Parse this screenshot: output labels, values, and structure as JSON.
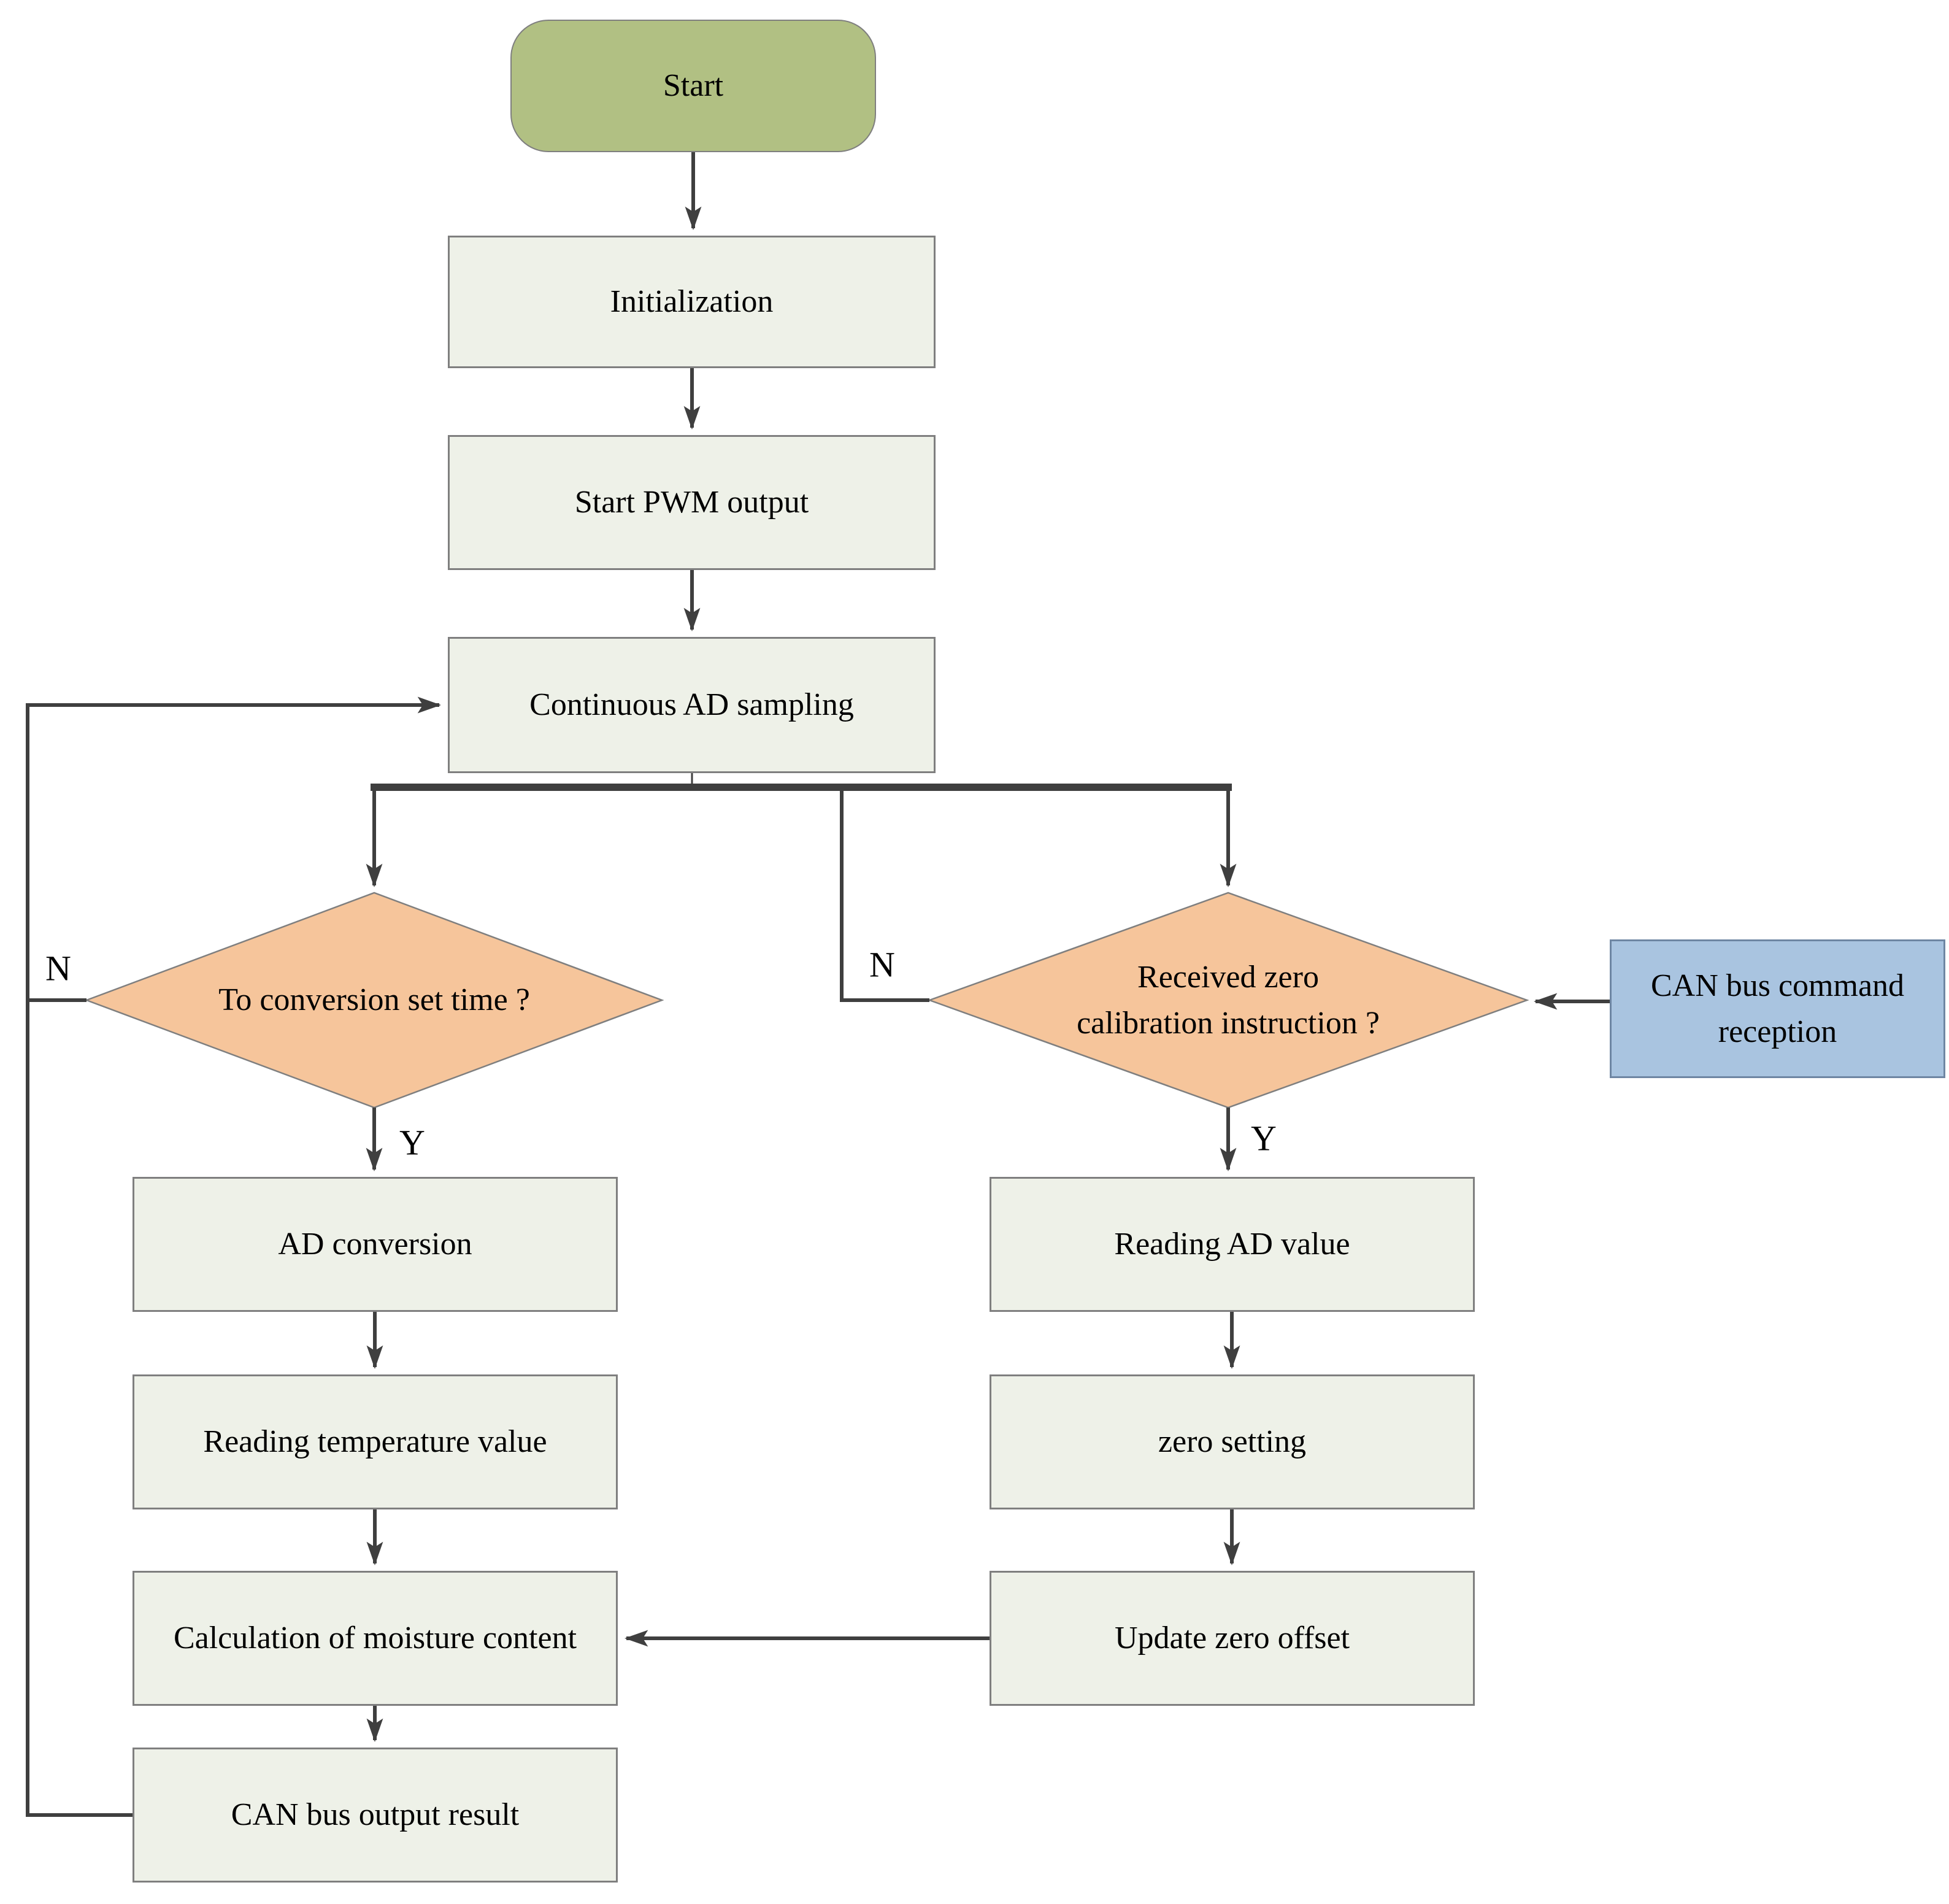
{
  "palette": {
    "start_fill": "#b1c083",
    "process_fill": "#eef1e8",
    "decision_fill": "#f6c59b",
    "io_fill": "#a9c4e0",
    "line": "#3f3f3f",
    "node_border": "#7f7f7f",
    "io_border": "#6e86a3",
    "text": "#000000",
    "background": "#ffffff"
  },
  "diagram": {
    "type": "flowchart",
    "nodes": {
      "start": {
        "shape": "terminator",
        "label": "Start"
      },
      "initialization": {
        "shape": "process",
        "label": "Initialization"
      },
      "start_pwm_output": {
        "shape": "process",
        "label": "Start PWM output"
      },
      "continuous_ad_sampling": {
        "shape": "process",
        "label": "Continuous AD sampling"
      },
      "conversion_time_decision": {
        "shape": "decision",
        "label": "To conversion set time ?"
      },
      "zero_calibration_decision": {
        "shape": "decision",
        "label": "Received zero\ncalibration instruction ?"
      },
      "can_bus_command": {
        "shape": "io",
        "label": "CAN bus command\nreception"
      },
      "ad_conversion": {
        "shape": "process",
        "label": "AD conversion"
      },
      "reading_temperature": {
        "shape": "process",
        "label": "Reading temperature value"
      },
      "calculation_moisture": {
        "shape": "process",
        "label": "Calculation of moisture content"
      },
      "can_bus_output": {
        "shape": "process",
        "label": "CAN bus output result"
      },
      "reading_ad": {
        "shape": "process",
        "label": "Reading AD value"
      },
      "zero_setting": {
        "shape": "process",
        "label": "zero setting"
      },
      "update_zero_offset": {
        "shape": "process",
        "label": "Update zero offset"
      }
    },
    "edges": [
      {
        "from": "start",
        "to": "initialization"
      },
      {
        "from": "initialization",
        "to": "start_pwm_output"
      },
      {
        "from": "start_pwm_output",
        "to": "continuous_ad_sampling"
      },
      {
        "from": "continuous_ad_sampling",
        "to": "conversion_time_decision"
      },
      {
        "from": "continuous_ad_sampling",
        "to": "zero_calibration_decision"
      },
      {
        "from": "conversion_time_decision",
        "to": "ad_conversion",
        "label": "Y"
      },
      {
        "from": "conversion_time_decision",
        "to": "continuous_ad_sampling",
        "label": "N"
      },
      {
        "from": "ad_conversion",
        "to": "reading_temperature"
      },
      {
        "from": "reading_temperature",
        "to": "calculation_moisture"
      },
      {
        "from": "calculation_moisture",
        "to": "can_bus_output"
      },
      {
        "from": "can_bus_output",
        "to": "continuous_ad_sampling"
      },
      {
        "from": "zero_calibration_decision",
        "to": "reading_ad",
        "label": "Y"
      },
      {
        "from": "zero_calibration_decision",
        "to": "continuous_ad_sampling",
        "label": "N"
      },
      {
        "from": "can_bus_command",
        "to": "zero_calibration_decision"
      },
      {
        "from": "reading_ad",
        "to": "zero_setting"
      },
      {
        "from": "zero_setting",
        "to": "update_zero_offset"
      },
      {
        "from": "update_zero_offset",
        "to": "calculation_moisture"
      }
    ]
  }
}
